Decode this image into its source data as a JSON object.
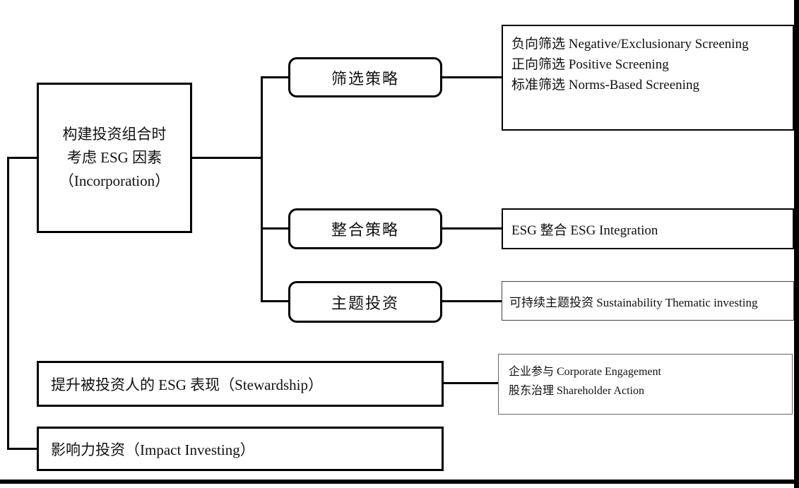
{
  "diagram": {
    "incorporation": {
      "lines": [
        "构建投资组合时",
        "考虑 ESG 因素",
        "（Incorporation）"
      ]
    },
    "strategies": [
      {
        "label": "筛选策略",
        "details": [
          "负向筛选  Negative/Exclusionary Screening",
          "正向筛选  Positive Screening",
          "标准筛选  Norms-Based Screening"
        ]
      },
      {
        "label": "整合策略",
        "details": [
          "ESG 整合  ESG Integration"
        ]
      },
      {
        "label": "主题投资",
        "details": [
          "可持续主题投资 Sustainability Thematic investing"
        ]
      }
    ],
    "stewardship": {
      "label": "提升被投资人的 ESG 表现（Stewardship）",
      "details": [
        "企业参与  Corporate Engagement",
        "股东治理  Shareholder Action"
      ]
    },
    "impact": {
      "label": "影响力投资（Impact Investing）"
    },
    "colors": {
      "line": "#000000",
      "box_border": "#000000",
      "detail_border": "#555555",
      "background": "#ffffff",
      "text": "#111111"
    }
  }
}
